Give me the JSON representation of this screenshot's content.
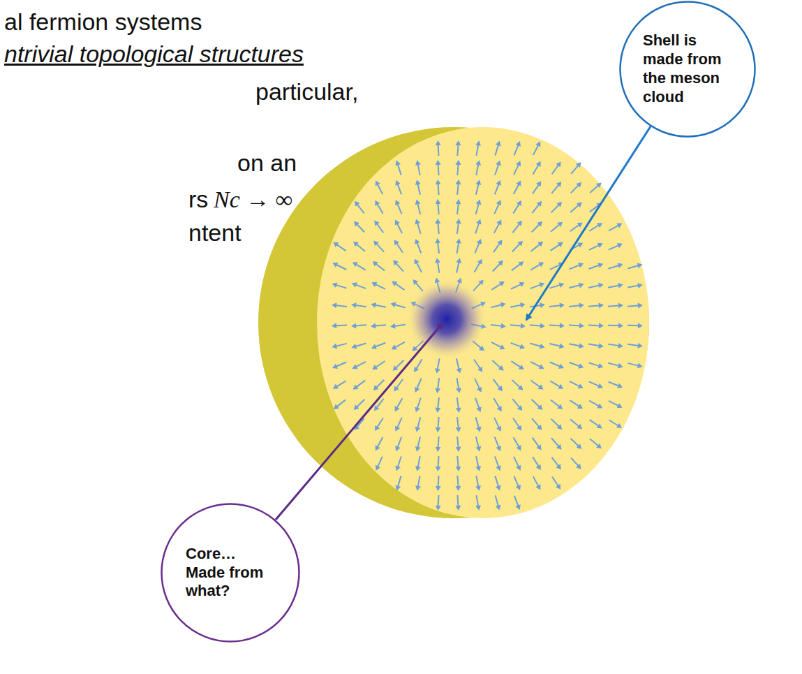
{
  "diagram": {
    "nodes": [
      {
        "text": [
          "Shell is made from the meson cloud"
        ]
      },
      {
        "text": [
          "Core… Made from what?"
        ]
      }
    ],
    "labels": [
      "al fermion systems",
      "ntrivial topological structures",
      "particular,",
      "on an",
      "rs",
      "Nc → ∞",
      "ntent"
    ]
  }
}
